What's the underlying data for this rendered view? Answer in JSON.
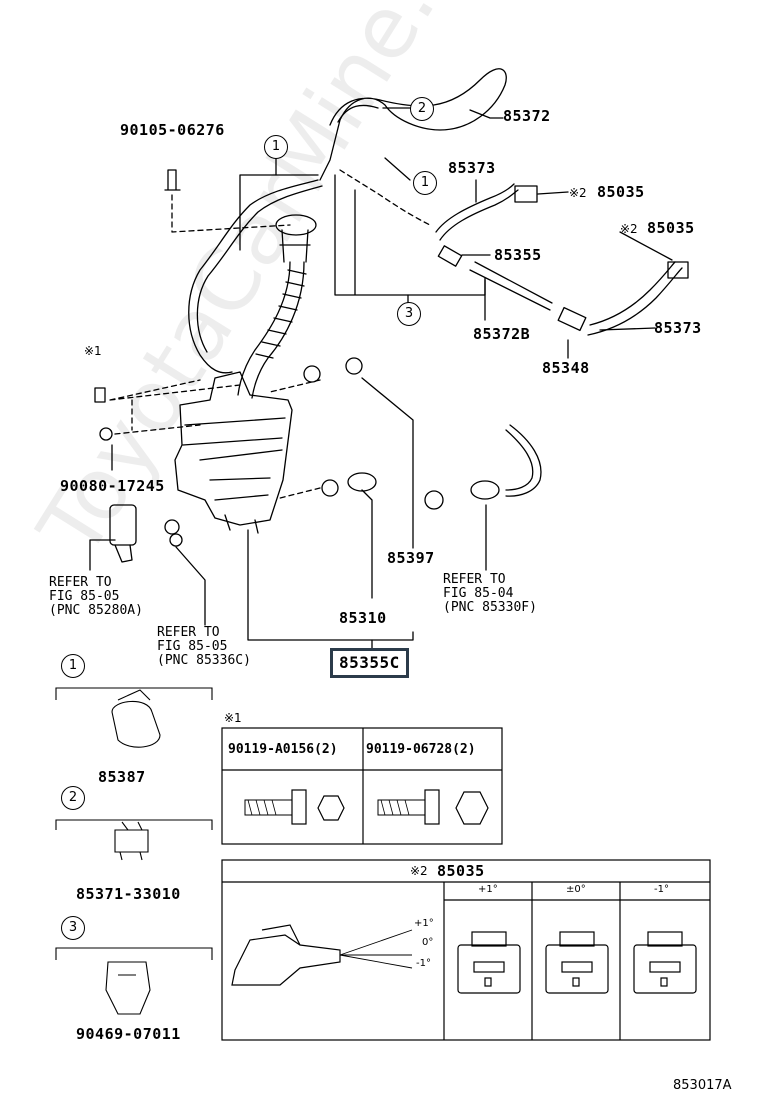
{
  "parts": {
    "p90105": "90105-06276",
    "p85372": "85372",
    "p85373a": "85373",
    "p85035a": "85035",
    "p85035b": "85035",
    "p85355": "85355",
    "p85372b": "85372B",
    "p85373b": "85373",
    "p85348": "85348",
    "p90080": "90080-17245",
    "p85397": "85397",
    "p85310": "85310",
    "p85355c": "85355C",
    "p85387": "85387",
    "p85371": "85371-33010",
    "p90469": "90469-07011",
    "fig_code": "853017A"
  },
  "refs": {
    "ref1": "REFER TO\nFIG 85-05\n(PNC 85280A)",
    "ref2": "REFER TO\nFIG 85-05\n(PNC 85336C)",
    "ref3": "REFER TO\nFIG 85-04\n(PNC 85330F)"
  },
  "callouts": {
    "c1": "1",
    "c2": "2",
    "c3": "3"
  },
  "notes": {
    "kome1": "※1",
    "kome2": "※2"
  },
  "table1": {
    "note": "※1",
    "col1": "90119-A0156(2)",
    "col2": "90119-06728(2)"
  },
  "table2": {
    "title_note": "※2",
    "title_part": "85035",
    "col_plus": "+1°",
    "col_zero": "±0°",
    "col_minus": "-1°",
    "angle_plus": "+1°",
    "angle_zero": "0°",
    "angle_minus": "-1°"
  },
  "watermark": "ToyotaCarMine.ru"
}
